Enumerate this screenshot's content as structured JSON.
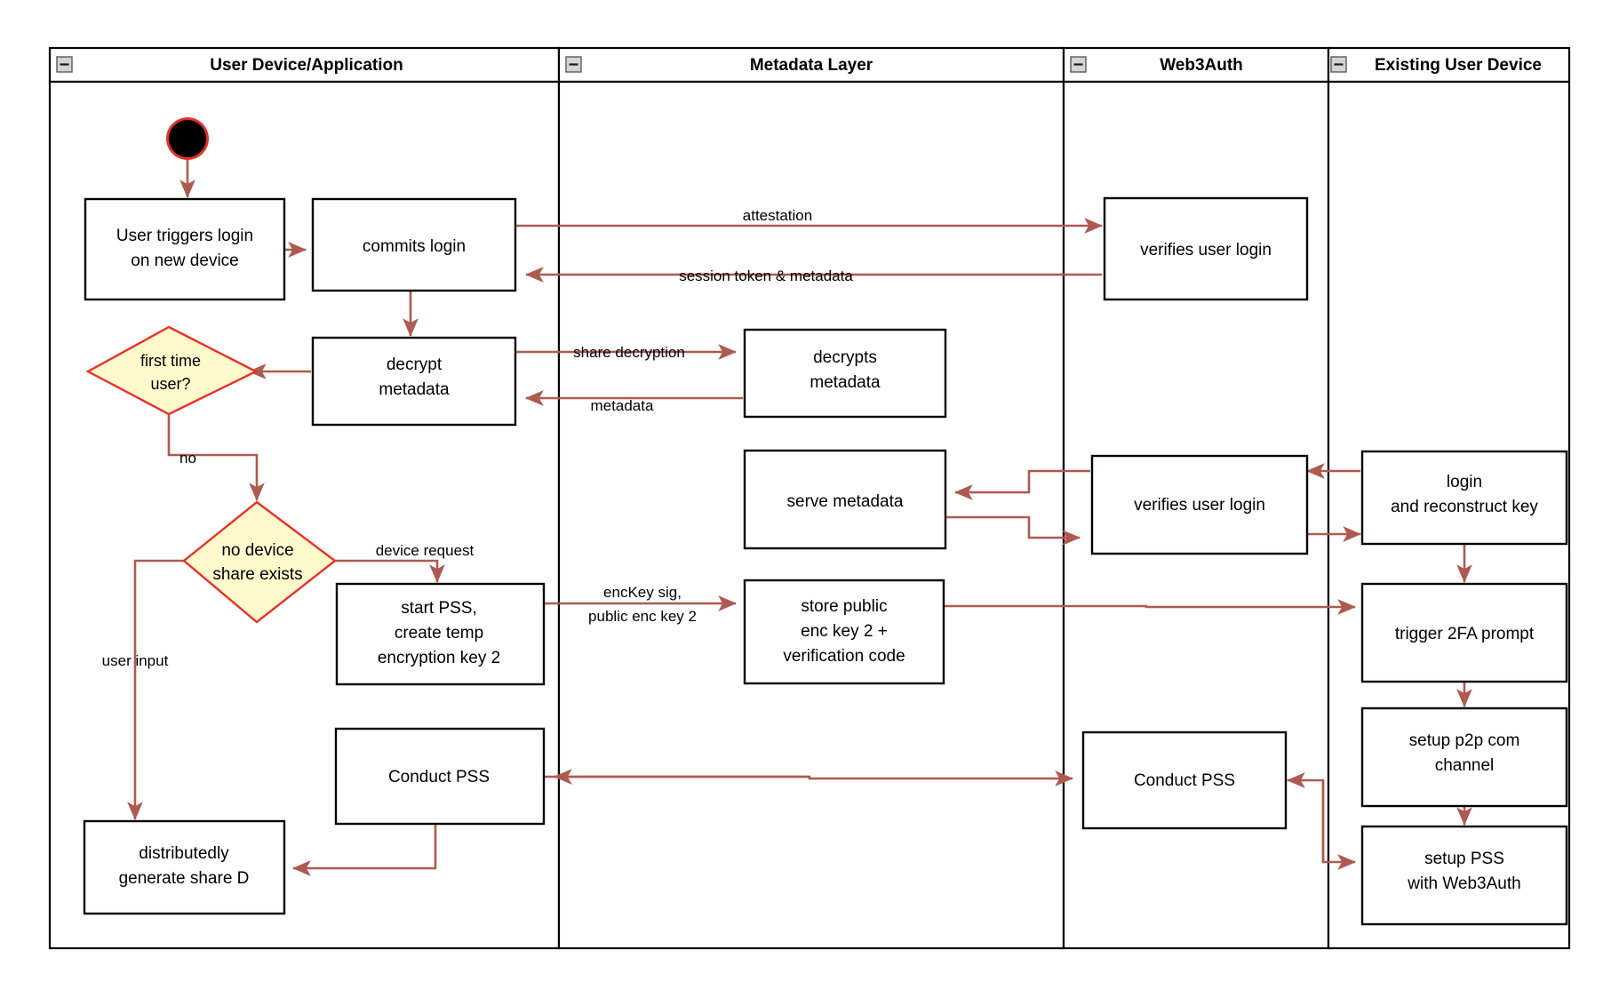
{
  "diagram": {
    "type": "uml-activity-swimlane",
    "title": "Web3Auth new-device login and PSS flow",
    "accent_colors": {
      "edge": "#ae5a51",
      "decision_fill": "#fff9cc",
      "decision_stroke": "#e8312a",
      "node_stroke": "#000000",
      "lane_stroke": "#000000",
      "start_node_fill": "#000000",
      "start_node_ring": "#e8312a"
    },
    "lanes": [
      {
        "id": "lane-user-device",
        "label": "User Device/Application",
        "collapse_icon": "collapse-minus-icon"
      },
      {
        "id": "lane-metadata",
        "label": "Metadata Layer",
        "collapse_icon": "collapse-minus-icon"
      },
      {
        "id": "lane-web3auth",
        "label": "Web3Auth",
        "collapse_icon": "collapse-minus-icon"
      },
      {
        "id": "lane-existing-device",
        "label": "Existing User Device",
        "collapse_icon": "collapse-minus-icon"
      }
    ],
    "nodes": [
      {
        "id": "start",
        "lane": "lane-user-device",
        "shape": "initial-node",
        "label": ""
      },
      {
        "id": "user-triggers-login",
        "lane": "lane-user-device",
        "shape": "action",
        "lines": [
          "User triggers login",
          "on new device"
        ]
      },
      {
        "id": "commits-login",
        "lane": "lane-user-device",
        "shape": "action",
        "lines": [
          "commits login"
        ]
      },
      {
        "id": "decrypt-metadata",
        "lane": "lane-user-device",
        "shape": "action",
        "lines": [
          "decrypt",
          "metadata"
        ]
      },
      {
        "id": "first-time-user",
        "lane": "lane-user-device",
        "shape": "decision",
        "lines": [
          "first time",
          "user?"
        ]
      },
      {
        "id": "no-device-share-exists",
        "lane": "lane-user-device",
        "shape": "decision",
        "lines": [
          "no device",
          "share exists"
        ]
      },
      {
        "id": "start-pss",
        "lane": "lane-user-device",
        "shape": "action",
        "lines": [
          "start PSS,",
          "create temp",
          "encryption key 2"
        ]
      },
      {
        "id": "conduct-pss-user",
        "lane": "lane-user-device",
        "shape": "action",
        "lines": [
          "Conduct PSS"
        ]
      },
      {
        "id": "distributedly-generate-share-d",
        "lane": "lane-user-device",
        "shape": "action",
        "lines": [
          "distributedly",
          "generate share D"
        ]
      },
      {
        "id": "decrypts-metadata",
        "lane": "lane-metadata",
        "shape": "action",
        "lines": [
          "decrypts",
          "metadata"
        ]
      },
      {
        "id": "serve-metadata",
        "lane": "lane-metadata",
        "shape": "action",
        "lines": [
          "serve metadata"
        ]
      },
      {
        "id": "store-public-enc-key",
        "lane": "lane-metadata",
        "shape": "action",
        "lines": [
          "store public",
          "enc key 2 +",
          "verification code"
        ]
      },
      {
        "id": "verifies-user-login-top",
        "lane": "lane-web3auth",
        "shape": "action",
        "lines": [
          "verifies user login"
        ]
      },
      {
        "id": "verifies-user-login-mid",
        "lane": "lane-web3auth",
        "shape": "action",
        "lines": [
          "verifies user login"
        ]
      },
      {
        "id": "conduct-pss-web3auth",
        "lane": "lane-web3auth",
        "shape": "action",
        "lines": [
          "Conduct PSS"
        ]
      },
      {
        "id": "login-reconstruct-key",
        "lane": "lane-existing-device",
        "shape": "action",
        "lines": [
          "login",
          "and reconstruct key"
        ]
      },
      {
        "id": "trigger-2fa-prompt",
        "lane": "lane-existing-device",
        "shape": "action",
        "lines": [
          "trigger 2FA prompt"
        ]
      },
      {
        "id": "setup-p2p-com-channel",
        "lane": "lane-existing-device",
        "shape": "action",
        "lines": [
          "setup p2p com",
          "channel"
        ]
      },
      {
        "id": "setup-pss-with-web3auth",
        "lane": "lane-existing-device",
        "shape": "action",
        "lines": [
          "setup PSS",
          "with Web3Auth"
        ]
      }
    ],
    "edge_labels": {
      "attestation": "attestation",
      "session_token": "session token & metadata",
      "share_decryption": "share decryption",
      "metadata": "metadata",
      "no": "no",
      "device_request": "device request",
      "user_input": "user input",
      "enckey_sig_line1": "encKey sig,",
      "enckey_sig_line2": "public enc key 2"
    }
  }
}
